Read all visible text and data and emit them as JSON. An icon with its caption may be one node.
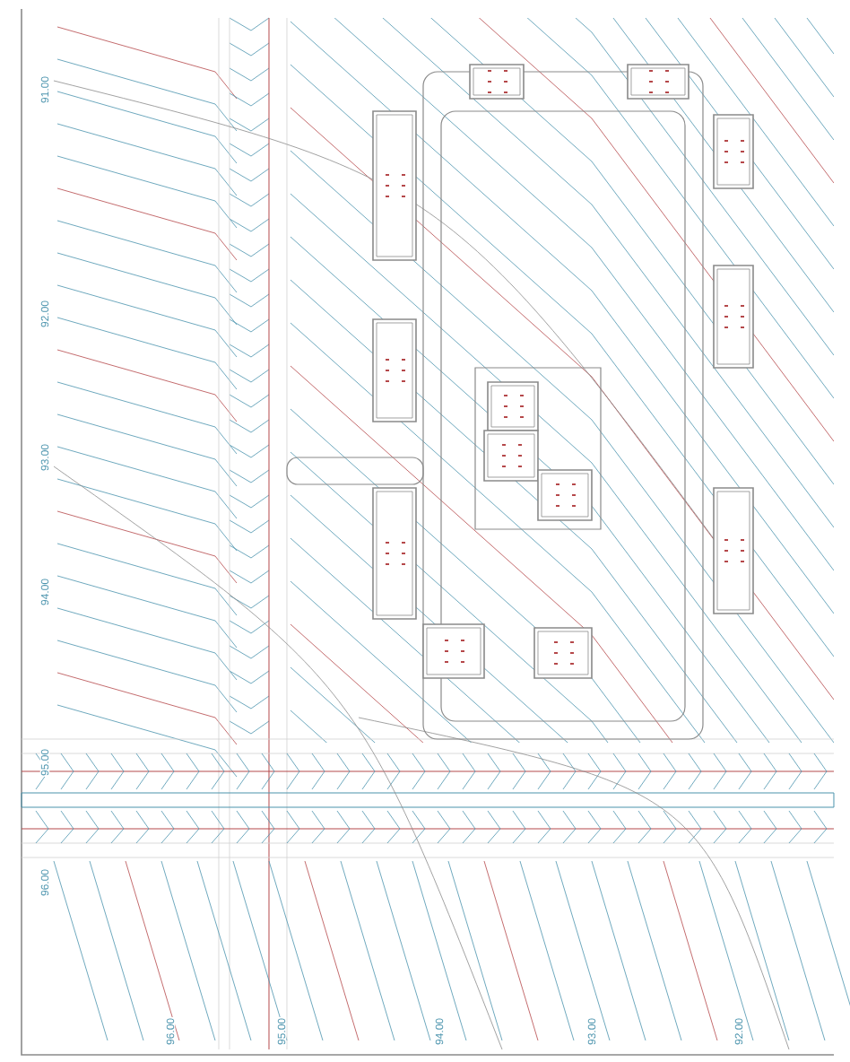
{
  "diagram": {
    "labels": [
      "91.00",
      "92.00",
      "93.00",
      "94.00",
      "95.00",
      "96.00",
      "96.00",
      "95.00",
      "94.00",
      "93.00",
      "92.00"
    ]
  }
}
